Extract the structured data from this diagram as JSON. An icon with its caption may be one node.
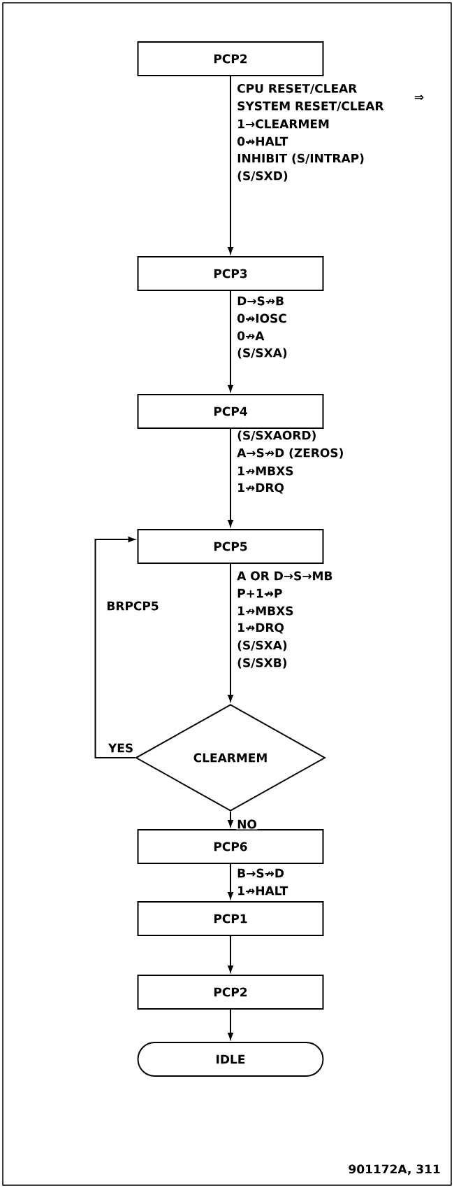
{
  "diagram": {
    "nodes": [
      {
        "text": [
          "PCP2"
        ]
      },
      {
        "text": [
          "PCP3"
        ]
      },
      {
        "text": [
          "PCP4"
        ]
      },
      {
        "text": [
          "PCP5"
        ]
      },
      {
        "text": [
          "CLEARMEM"
        ]
      },
      {
        "text": [
          "PCP6"
        ]
      },
      {
        "text": [
          "PCP1"
        ]
      },
      {
        "text": [
          "PCP2"
        ]
      },
      {
        "text": [
          "IDLE"
        ]
      }
    ],
    "edges": [
      {
        "from": 0,
        "to": 1,
        "arrow": "to"
      },
      {
        "from": 1,
        "to": 2,
        "arrow": "to"
      },
      {
        "from": 2,
        "to": 3,
        "arrow": "to"
      },
      {
        "from": 3,
        "to": 4,
        "arrow": "to"
      },
      {
        "from": 4,
        "to": 3,
        "arrow": "to",
        "label": "YES"
      },
      {
        "from": 4,
        "to": 5,
        "arrow": "to",
        "label": "NO"
      },
      {
        "from": 5,
        "to": 6,
        "arrow": "to"
      },
      {
        "from": 6,
        "to": 7,
        "arrow": "to"
      },
      {
        "from": 7,
        "to": 8,
        "arrow": "to"
      }
    ],
    "labels": [
      "CPU RESET/CLEAR",
      "SYSTEM RESET/CLEAR",
      "⇒",
      "1→CLEARMEM",
      "0↛HALT",
      "INHIBIT (S/INTRAP)",
      "(S/SXD)",
      "D→S↛B",
      "0↛IOSC",
      "0↛A",
      "(S/SXA)",
      "(S/SXAORD)",
      "A→S↛D (ZEROS)",
      "1↛MBXS",
      "1↛DRQ",
      "A OR D→S→MB",
      "P+1↛P",
      "1↛MBXS",
      "1↛DRQ",
      "(S/SXA)",
      "(S/SXB)",
      "BRPCP5",
      "B→S↛D",
      "1↛HALT",
      "901172A, 311"
    ]
  }
}
